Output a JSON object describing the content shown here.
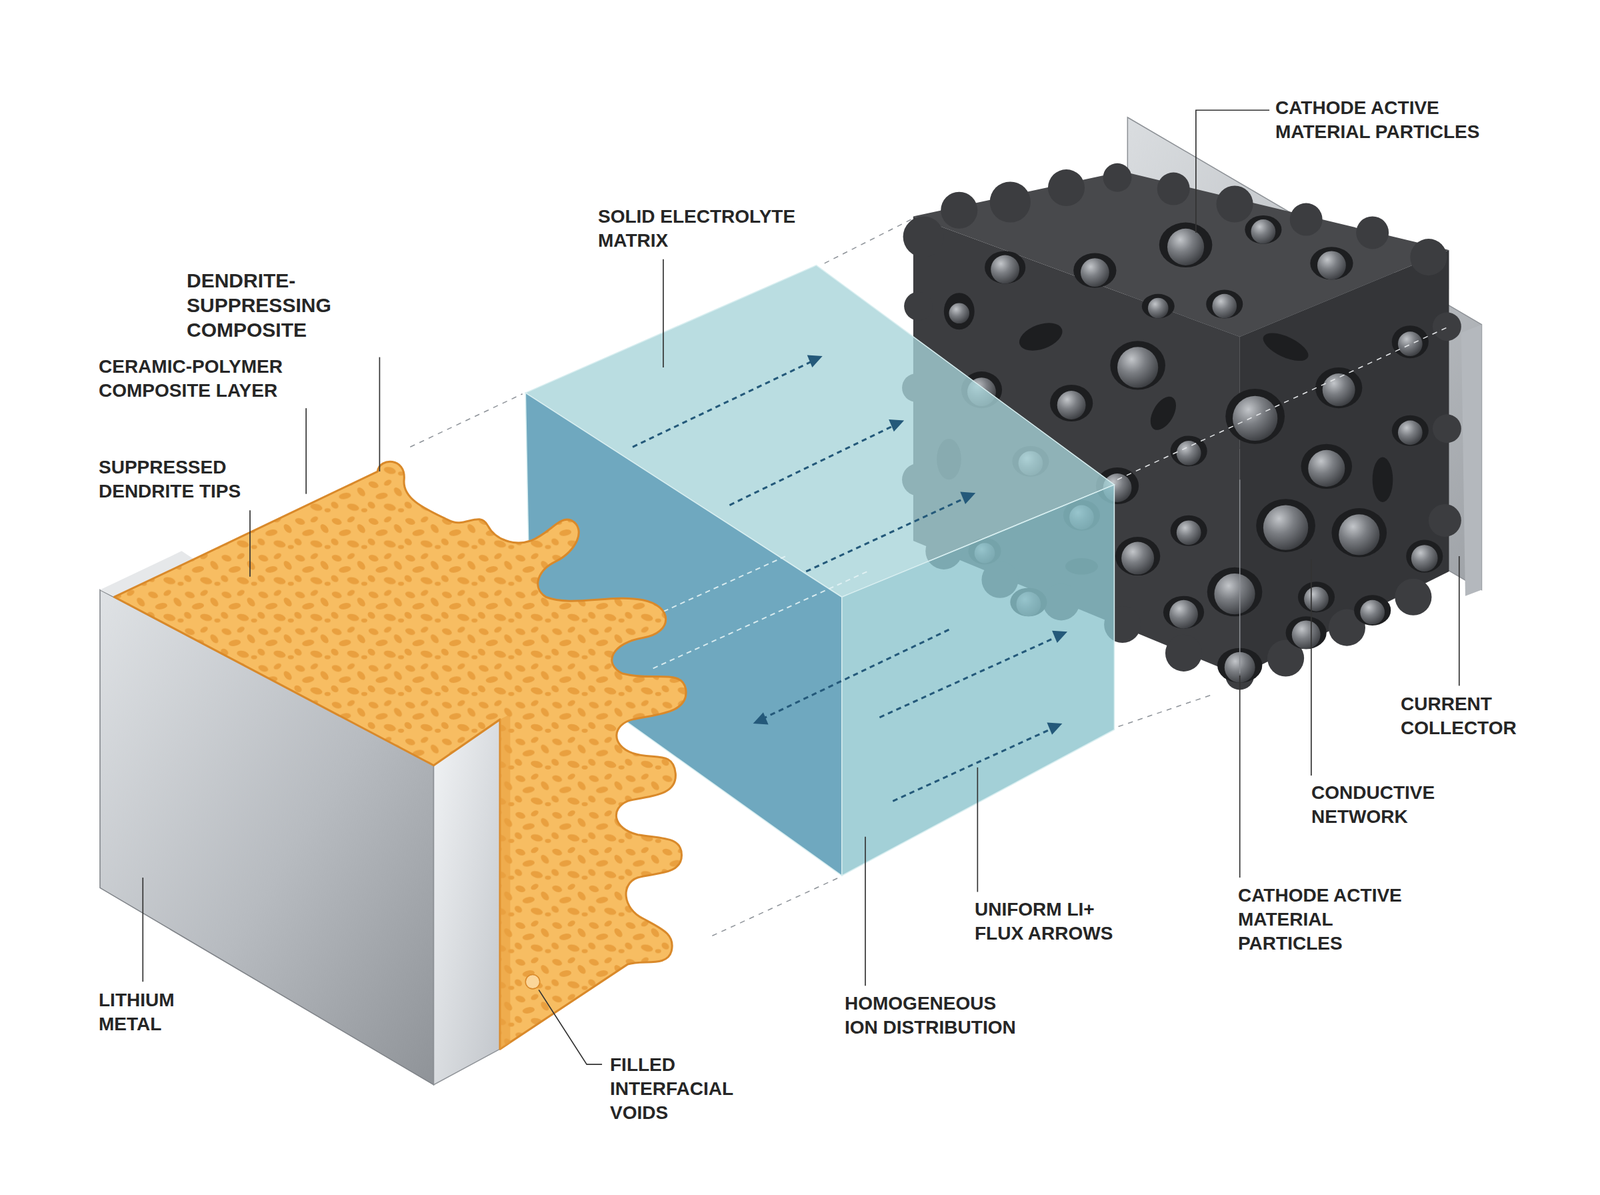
{
  "diagram": {
    "labels": [
      "CATHODE ACTIVE MATERIAL PARTICLES",
      "SOLID ELECTROLYTE MATRIX",
      "DENDRITE- SUPPRESSING COMPOSITE",
      "CERAMIC-POLYMER COMPOSITE LAYER",
      "SUPPRESSED DENDRITE TIPS",
      "CURRENT COLLECTOR",
      "CONDUCTIVE NETWORK",
      "LITHIUM METAL",
      "CATHODE ACTIVE MATERIAL PARTICLES",
      "UNIFORM LI+ FLUX ARROWS",
      "HOMOGENEOUS ION DISTRIBUTION",
      "FILLED INTERFACIAL VOIDS"
    ]
  }
}
